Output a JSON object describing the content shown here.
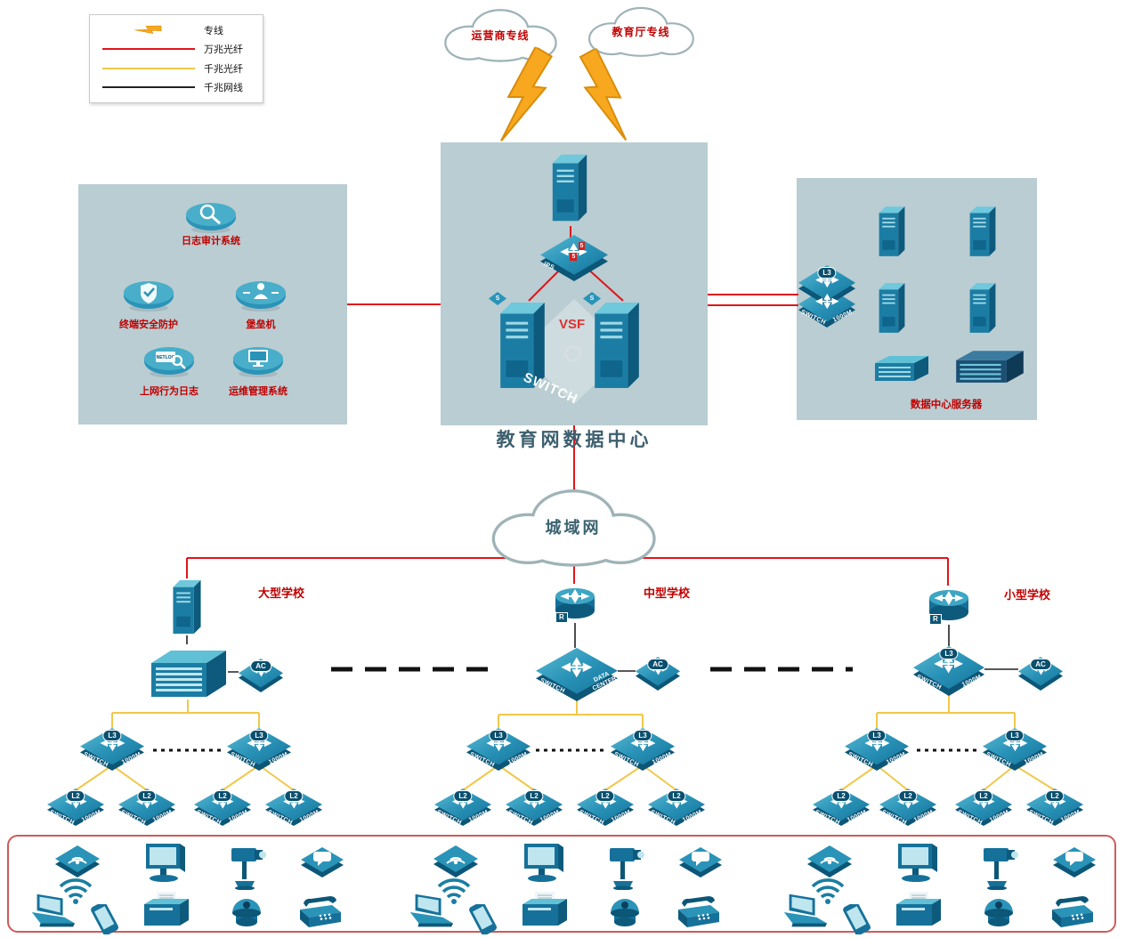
{
  "legend": {
    "items": [
      {
        "label": "专线",
        "type": "lightning",
        "color": "#f7a81e"
      },
      {
        "label": "万兆光纤",
        "type": "line",
        "color": "#e0151b"
      },
      {
        "label": "千兆光纤",
        "type": "line",
        "color": "#f0c84a"
      },
      {
        "label": "千兆网线",
        "type": "line",
        "color": "#222222"
      }
    ]
  },
  "clouds": {
    "carrier": "运营商专线",
    "education": "教育厅专线",
    "metro": "城域网"
  },
  "data_center": {
    "title": "教育网数据中心",
    "ips_label": "IPS",
    "sig_label": "5",
    "vsf_label": "VSF",
    "watermark": "SWITCH",
    "server_tag": "S"
  },
  "security_zone": {
    "log_audit": "日志审计系统",
    "terminal": "终端安全防护",
    "bastion": "堡垒机",
    "netlog_tag": "NETLOG",
    "behavior": "上网行为日志",
    "ops": "运维管理系统"
  },
  "server_zone": {
    "title": "数据中心服务器"
  },
  "schools": {
    "large": "大型学校",
    "medium": "中型学校",
    "small": "小型学校"
  },
  "labels": {
    "switch": "SWITCH",
    "m1000": "1000M",
    "l3": "L3",
    "l2": "L2",
    "ac": "AC",
    "router": "R",
    "data": "DATA",
    "center": "CENTER"
  }
}
